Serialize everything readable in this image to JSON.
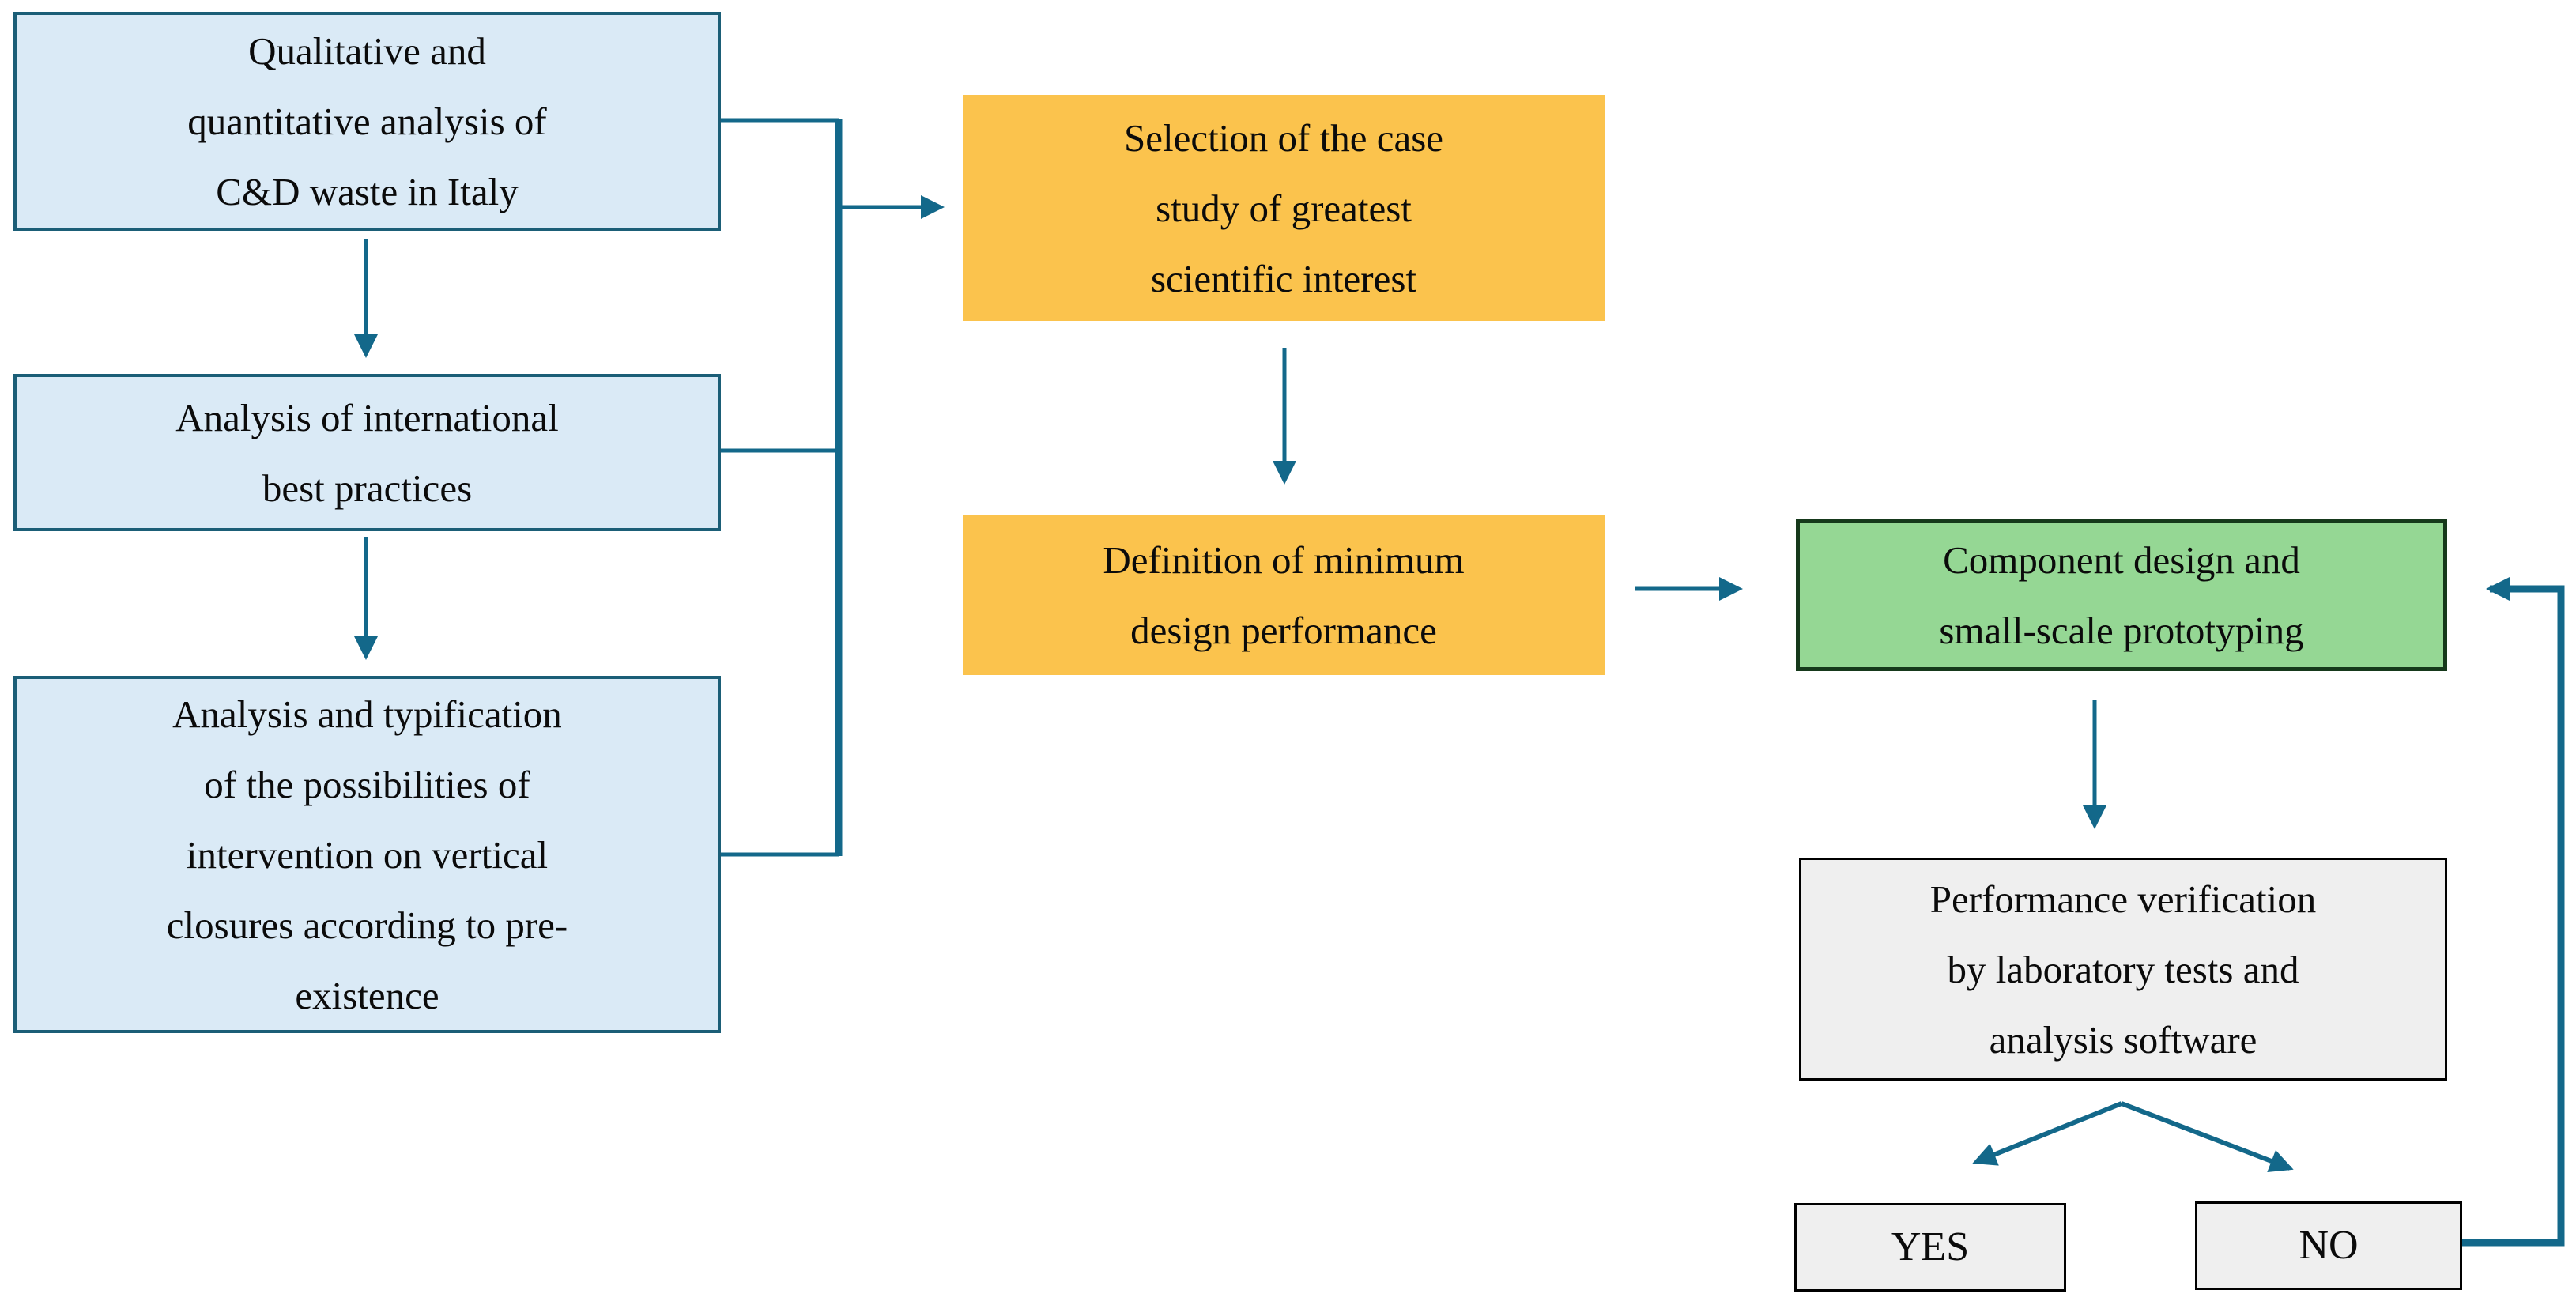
{
  "figure": {
    "type": "flowchart",
    "background_color": "#ffffff",
    "arrow_color": "#13688a",
    "nodes": {
      "analysis_italy": {
        "label": "Qualitative and\nquantitative analysis of\nC&D waste in Italy",
        "fill": "#daeaf6",
        "border": "#1b5e77"
      },
      "best_practices": {
        "label": "Analysis of international\nbest practices",
        "fill": "#daeaf6",
        "border": "#1b5e77"
      },
      "typification": {
        "label": "Analysis and typification\nof the possibilities of\nintervention on vertical\nclosures according to pre-\nexistence",
        "fill": "#daeaf6",
        "border": "#1b5e77"
      },
      "case_study": {
        "label": "Selection of the case\nstudy of greatest\nscientific interest",
        "fill": "#fbc34d",
        "border": "none"
      },
      "design_performance": {
        "label": "Definition of minimum\ndesign performance",
        "fill": "#fbc34d",
        "border": "none"
      },
      "component_design": {
        "label": "Component design and\nsmall-scale prototyping",
        "fill": "#95d794",
        "border": "#16391b"
      },
      "performance_verification": {
        "label": "Performance verification\nby laboratory tests and\nanalysis software",
        "fill": "#efefef",
        "border": "#000000"
      },
      "yes": {
        "label": "YES",
        "fill": "#efefef",
        "border": "#000000"
      },
      "no": {
        "label": "NO",
        "fill": "#efefef",
        "border": "#000000"
      }
    },
    "edges": [
      {
        "from": "analysis_italy",
        "to": "best_practices"
      },
      {
        "from": "best_practices",
        "to": "typification"
      },
      {
        "from": "analysis_italy",
        "to": "case_study"
      },
      {
        "from": "best_practices",
        "to": "case_study"
      },
      {
        "from": "typification",
        "to": "case_study"
      },
      {
        "from": "case_study",
        "to": "design_performance"
      },
      {
        "from": "design_performance",
        "to": "component_design"
      },
      {
        "from": "component_design",
        "to": "performance_verification"
      },
      {
        "from": "performance_verification",
        "to": "yes"
      },
      {
        "from": "performance_verification",
        "to": "no"
      },
      {
        "from": "no",
        "to": "component_design"
      }
    ]
  }
}
